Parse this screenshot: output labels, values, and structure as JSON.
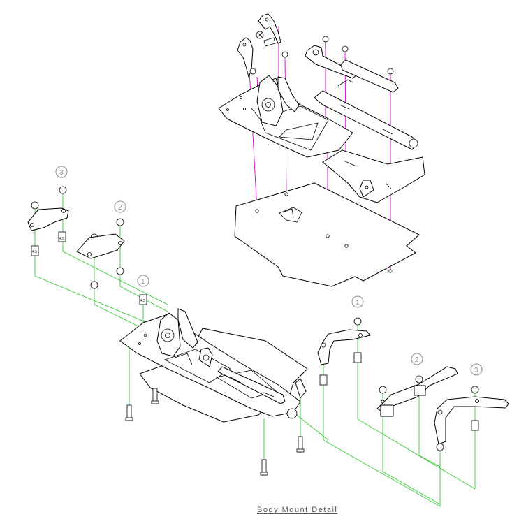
{
  "title": "Body Mount Detail",
  "colors": {
    "line": "#000000",
    "upper_assembly_leader": "#d000d0",
    "lower_assembly_leader": "#33cc33",
    "callout": "#8a8a8a"
  },
  "callouts": [
    {
      "id": "callout-3-left",
      "label": "3"
    },
    {
      "id": "callout-2-left",
      "label": "2"
    },
    {
      "id": "callout-1-center",
      "label": "1"
    },
    {
      "id": "callout-1-right",
      "label": "1"
    },
    {
      "id": "callout-2-right",
      "label": "2"
    },
    {
      "id": "callout-3-right",
      "label": "3"
    }
  ],
  "spacer_labels": [
    "4.5",
    "4.5",
    "4.5"
  ]
}
